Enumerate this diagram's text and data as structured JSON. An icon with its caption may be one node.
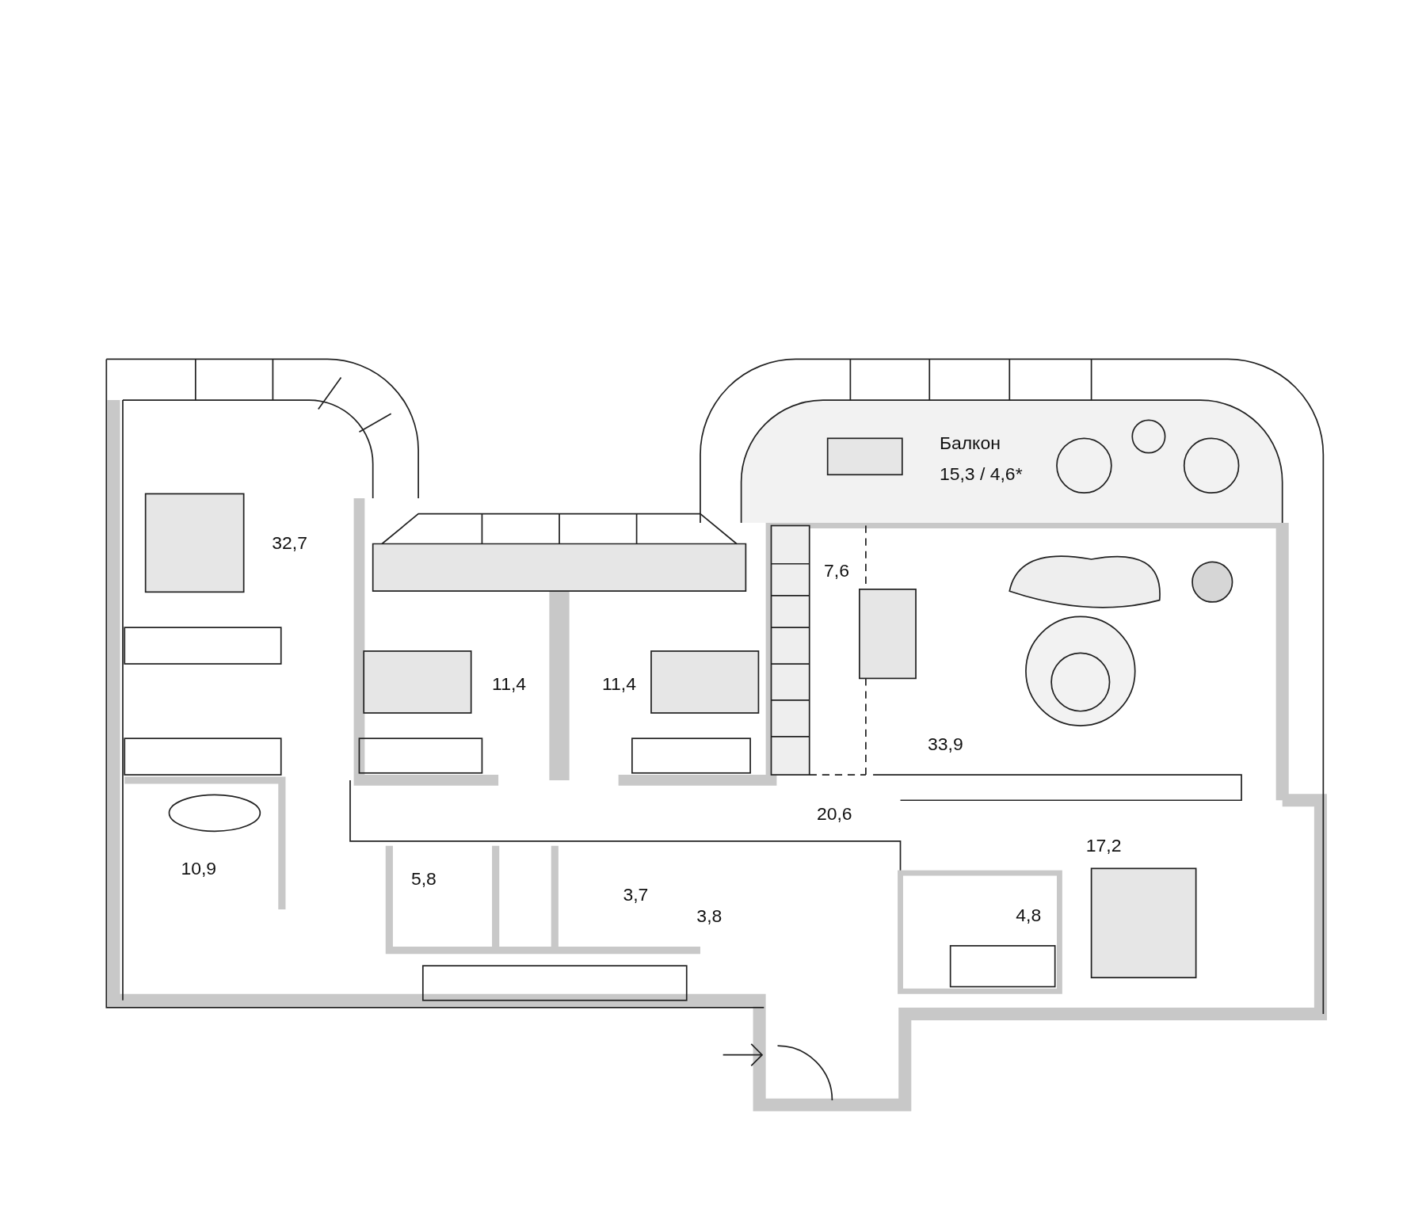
{
  "diagram": {
    "labels": [
      "Балкон",
      "15,3 / 4,6*",
      "32,7",
      "7,6",
      "11,4",
      "11,4",
      "33,9",
      "20,6",
      "17,2",
      "10,9",
      "5,8",
      "3,7",
      "3,8",
      "4,8"
    ]
  }
}
